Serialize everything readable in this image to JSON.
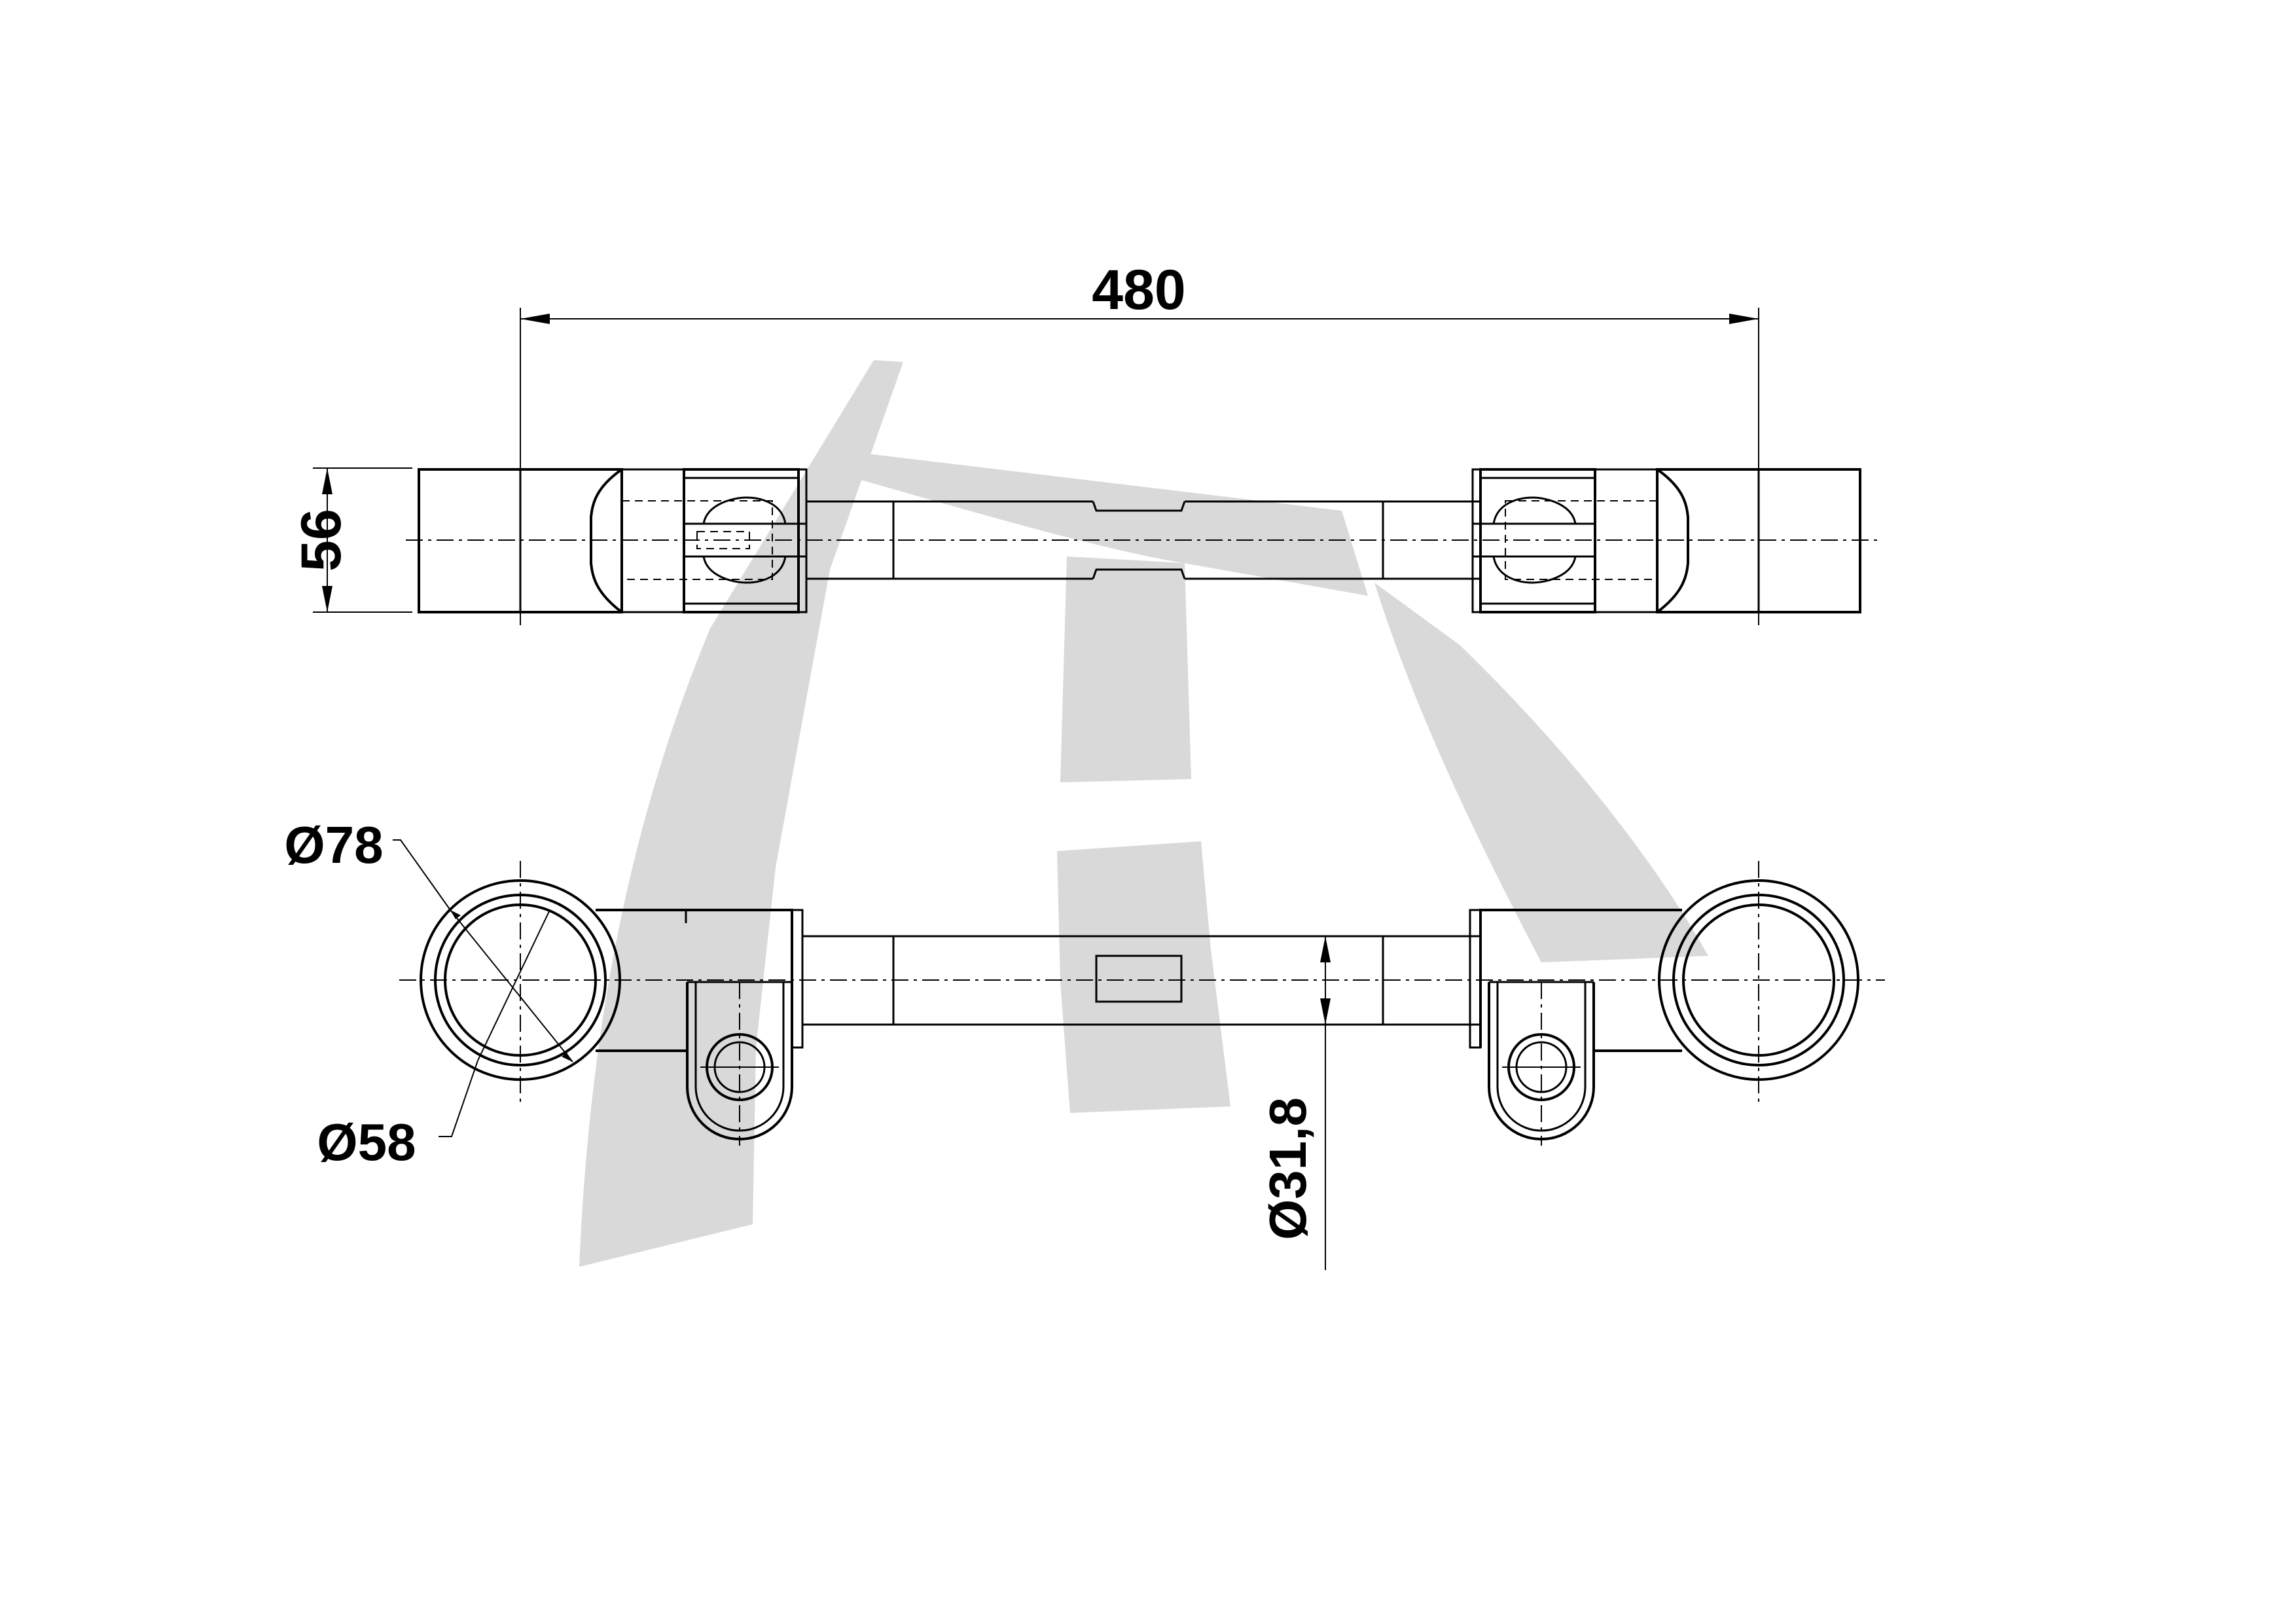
{
  "dimensions": {
    "length": "480",
    "height": "56",
    "outer_diameter": "Ø78",
    "inner_diameter": "Ø58",
    "tube_diameter": "Ø31,8"
  }
}
